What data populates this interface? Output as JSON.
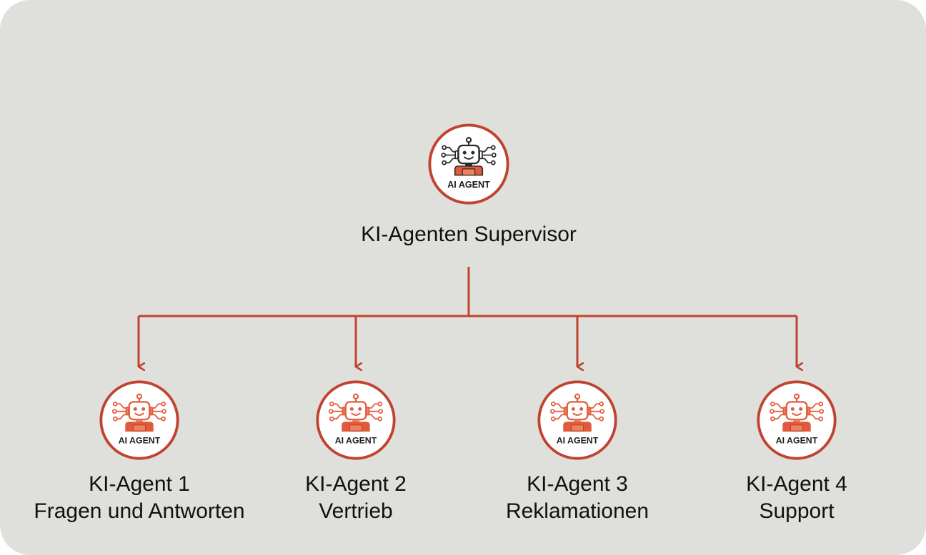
{
  "badge_text": "AI AGENT",
  "colors": {
    "background": "#dfdfdc",
    "accent": "#c0432f",
    "robot_orange": "#e25a3c",
    "robot_orange_light": "#ee7f5f",
    "text": "#111111"
  },
  "supervisor": {
    "label": "KI-Agenten Supervisor",
    "icon": "robot-ai-agent-icon"
  },
  "agents": [
    {
      "title": "KI-Agent 1",
      "subtitle": "Fragen und Antworten",
      "icon": "robot-ai-agent-icon"
    },
    {
      "title": "KI-Agent 2",
      "subtitle": "Vertrieb",
      "icon": "robot-ai-agent-icon"
    },
    {
      "title": "KI-Agent 3",
      "subtitle": "Reklamationen",
      "icon": "robot-ai-agent-icon"
    },
    {
      "title": "KI-Agent 4",
      "subtitle": "Support",
      "icon": "robot-ai-agent-icon"
    }
  ]
}
